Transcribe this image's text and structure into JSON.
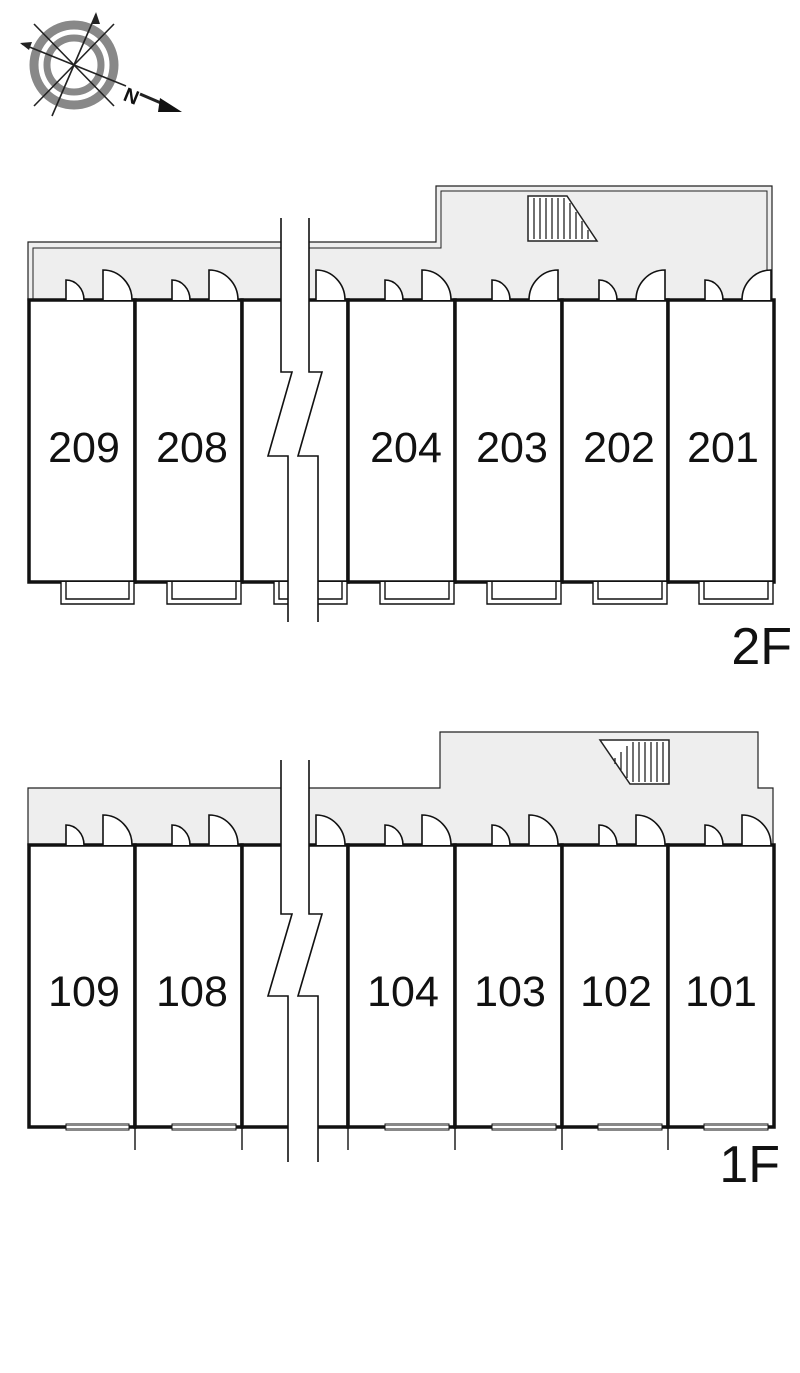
{
  "compass": {
    "label": "N"
  },
  "floors": [
    {
      "label": "2F",
      "units": [
        {
          "number": "209"
        },
        {
          "number": "208"
        },
        {
          "number": ""
        },
        {
          "number": "204"
        },
        {
          "number": "203"
        },
        {
          "number": "202"
        },
        {
          "number": "201"
        }
      ]
    },
    {
      "label": "1F",
      "units": [
        {
          "number": "109"
        },
        {
          "number": "108"
        },
        {
          "number": ""
        },
        {
          "number": "104"
        },
        {
          "number": "103"
        },
        {
          "number": "102"
        },
        {
          "number": "101"
        }
      ]
    }
  ],
  "colors": {
    "corridor": "#eeeeee",
    "line": "#111111",
    "compass_ring": "#888888"
  }
}
